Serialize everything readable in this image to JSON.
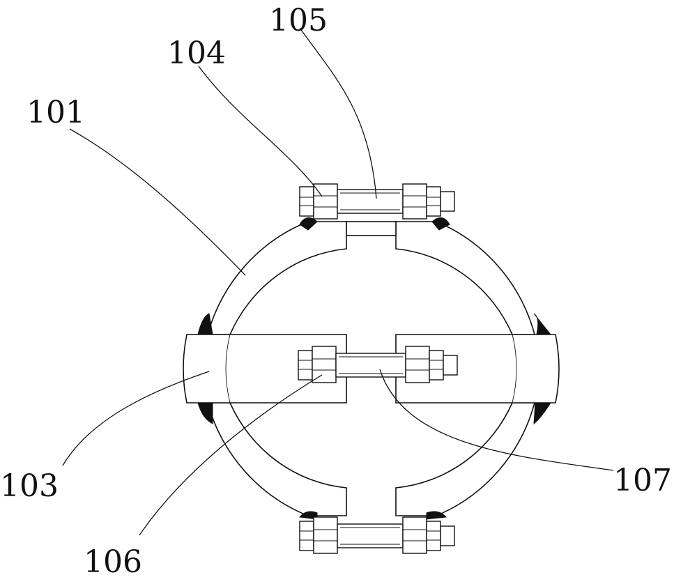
{
  "labels": {
    "l101": "101",
    "l103": "103",
    "l104": "104",
    "l105": "105",
    "l106": "106",
    "l107": "107"
  }
}
